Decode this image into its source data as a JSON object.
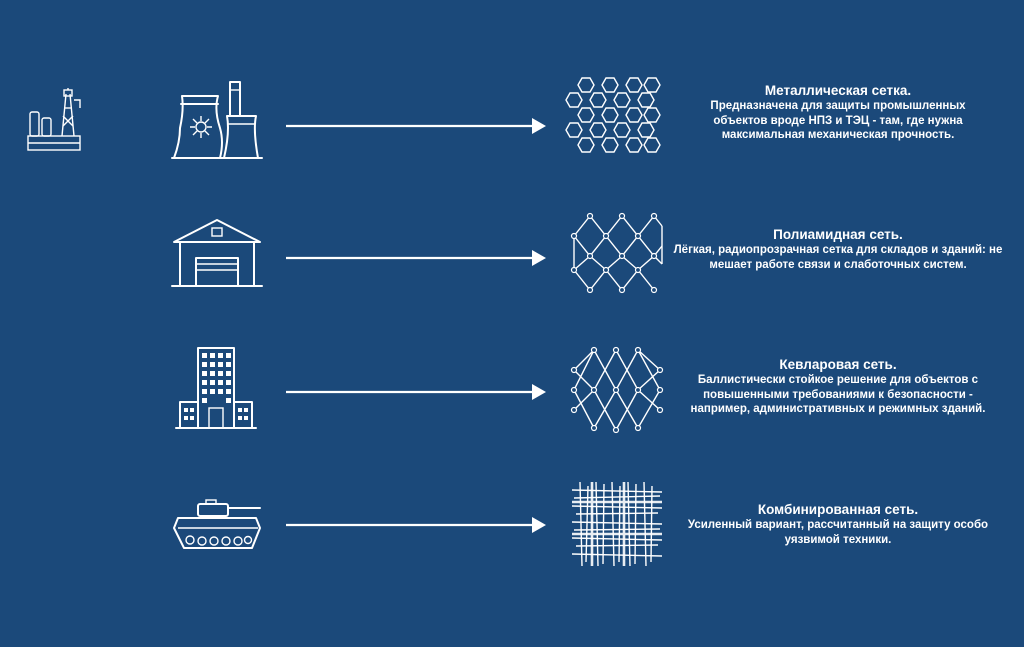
{
  "colors": {
    "background": "#1b497a",
    "foreground": "#ffffff"
  },
  "rows": [
    {
      "object_icon": "power-plant-icon",
      "mesh_icon": "hexagon-mesh-icon",
      "title": "Металлическая сетка.",
      "description": "Предназначена для защиты промышленных объектов вроде НПЗ и ТЭЦ - там, где нужна максимальная механическая прочность."
    },
    {
      "object_icon": "warehouse-icon",
      "mesh_icon": "diamond-mesh-icon",
      "title": "Полиамидная сеть.",
      "description": "Лёгкая, радиопрозрачная сетка для складов и зданий: не мешает работе связи и слаботочных систем."
    },
    {
      "object_icon": "office-building-icon",
      "mesh_icon": "diamond-mesh-icon",
      "title": "Кевларовая сеть.",
      "description": "Баллистически стойкое решение для объектов с повышенными требованиями к безопасности - например, административных и режимных зданий."
    },
    {
      "object_icon": "tank-icon",
      "mesh_icon": "woven-mesh-icon",
      "title": "Комбинированная сеть.",
      "description": "Усиленный вариант, рассчитанный на защиту особо уязвимой техники."
    }
  ],
  "side_icon": "refinery-icon"
}
